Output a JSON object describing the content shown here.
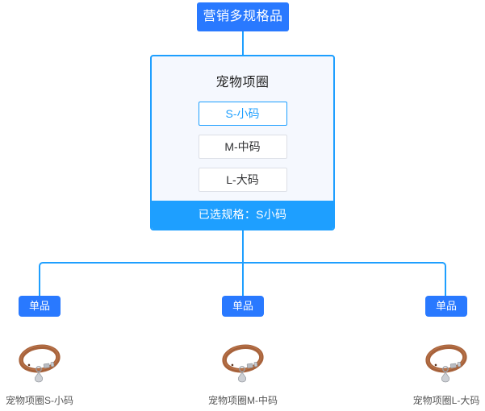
{
  "colors": {
    "node_blue": "#2979FF",
    "accent_blue": "#1E9FFF",
    "card_bg": "#F5F8FE",
    "option_border": "#DCDFE6",
    "text_dark": "#303133",
    "label_gray": "#555555",
    "collar_brown": "#A8633C",
    "tag_silver": "#C9CCD1"
  },
  "root": {
    "label": "营销多规格品"
  },
  "spec_card": {
    "title": "宠物项圈",
    "options": [
      {
        "label": "S-小码",
        "selected": true
      },
      {
        "label": "M-中码",
        "selected": false
      },
      {
        "label": "L-大码",
        "selected": false
      }
    ],
    "footer": "已选规格：S小码"
  },
  "skus": [
    {
      "badge": "单品",
      "image_icon": "pet-collar-image",
      "label": "宠物项圈S-小码"
    },
    {
      "badge": "单品",
      "image_icon": "pet-collar-image",
      "label": "宠物项圈M-中码"
    },
    {
      "badge": "单品",
      "image_icon": "pet-collar-image",
      "label": "宠物项圈L-大码"
    }
  ]
}
